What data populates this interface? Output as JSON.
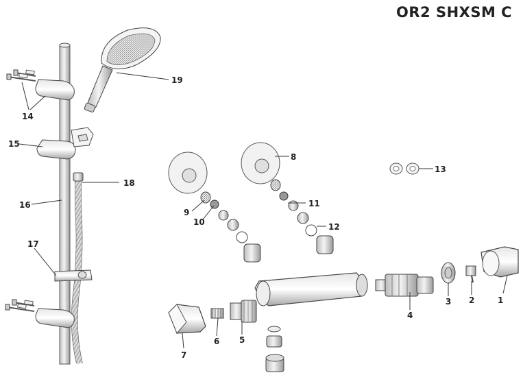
{
  "model_code": "OR2 SHXSM C",
  "callouts": {
    "c1": "1",
    "c2": "2",
    "c3": "3",
    "c4": "4",
    "c5": "5",
    "c6": "6",
    "c7": "7",
    "c8": "8",
    "c9": "9",
    "c10": "10",
    "c11": "11",
    "c12": "12",
    "c13": "13",
    "c14": "14",
    "c15": "15",
    "c16": "16",
    "c17": "17",
    "c18": "18",
    "c19": "19"
  }
}
